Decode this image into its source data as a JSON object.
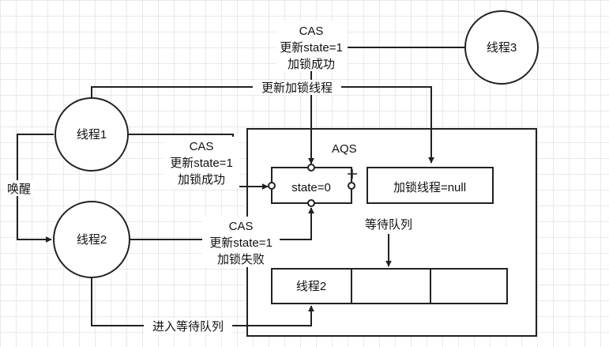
{
  "nodes": {
    "thread1": "线程1",
    "thread2": "线程2",
    "thread3": "线程3",
    "aqs": "AQS",
    "state": "state=0",
    "owner": "加锁线程=null",
    "queue_label": "等待队列",
    "queue_slot_1": "线程2"
  },
  "labels": {
    "t3_cas": [
      "CAS",
      "更新state=1",
      "加锁成功"
    ],
    "update_owner": "更新加锁线程",
    "t1_cas": [
      "CAS",
      "更新state=1",
      "加锁成功"
    ],
    "t2_cas": [
      "CAS",
      "更新state=1",
      "加锁失败"
    ],
    "wake": "唤醒",
    "enqueue": "进入等待队列"
  }
}
